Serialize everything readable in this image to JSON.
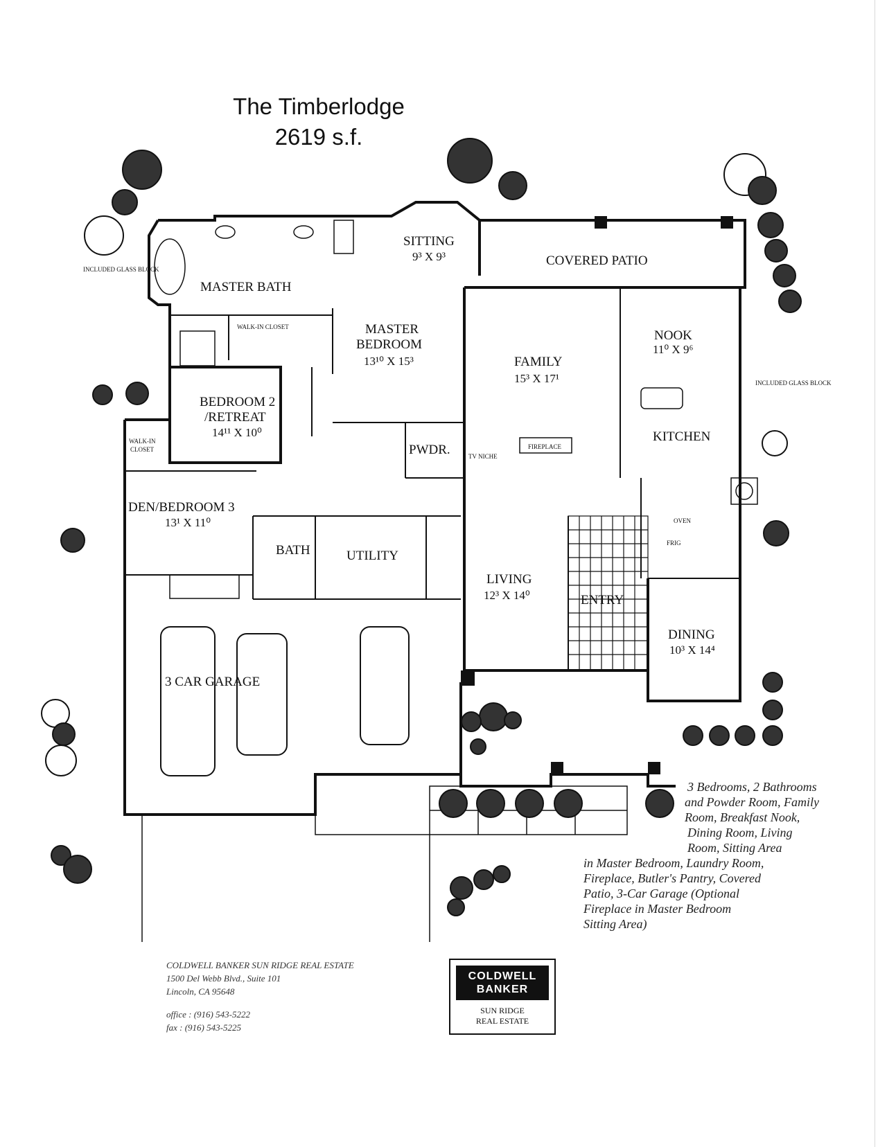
{
  "header": {
    "title": "The Timberlodge",
    "area": "2619 s.f."
  },
  "rooms": {
    "sitting": {
      "name": "SITTING",
      "dims": "9³ X 9³"
    },
    "covered_patio": {
      "name": "COVERED PATIO"
    },
    "master_bath": {
      "name": "MASTER BATH"
    },
    "walk_in_closet": {
      "name": "WALK-IN CLOSET"
    },
    "master_bedroom": {
      "name_line1": "MASTER",
      "name_line2": "BEDROOM",
      "dims": "13¹⁰ X 15³"
    },
    "family": {
      "name": "FAMILY",
      "dims": "15³ X 17¹"
    },
    "nook": {
      "name": "NOOK",
      "dims": "11⁰ X 9⁶"
    },
    "kitchen": {
      "name": "KITCHEN"
    },
    "bedroom2": {
      "name_line1": "BEDROOM 2",
      "name_line2": "/RETREAT",
      "dims": "14¹¹ X 10⁰"
    },
    "walk_in_closet2": {
      "name_line1": "WALK-IN",
      "name_line2": "CLOSET"
    },
    "powder": {
      "name": "PWDR."
    },
    "den": {
      "name": "DEN/BEDROOM 3",
      "dims": "13¹ X 11⁰"
    },
    "bath": {
      "name": "BATH"
    },
    "utility": {
      "name": "UTILITY"
    },
    "living": {
      "name": "LIVING",
      "dims": "12³ X 14⁰"
    },
    "entry": {
      "name": "ENTRY"
    },
    "dining": {
      "name": "DINING",
      "dims": "10³ X 14⁴"
    },
    "garage": {
      "name": "3 CAR GARAGE"
    }
  },
  "small_labels": {
    "included_glass_block_left": "INCLUDED GLASS BLOCK",
    "included_glass_block_right": "INCLUDED GLASS BLOCK",
    "fireplace": "FIREPLACE",
    "tv_niche": "TV NICHE",
    "oven": "OVEN",
    "frig": "FRIG"
  },
  "features": {
    "lines": [
      "3 Bedrooms, 2 Bathrooms",
      "and Powder Room, Family",
      "Room, Breakfast Nook,",
      "Dining Room, Living",
      "Room, Sitting Area",
      "in Master Bedroom, Laundry Room,",
      "Fireplace, Butler's Pantry, Covered",
      "Patio, 3-Car Garage (Optional",
      "Fireplace in Master Bedroom",
      "Sitting Area)"
    ]
  },
  "agency": {
    "name": "COLDWELL BANKER SUN RIDGE REAL ESTATE",
    "address1": "1500 Del Webb Blvd., Suite 101",
    "address2": "Lincoln, CA 95648",
    "office": "office : (916) 543-5222",
    "fax": "fax :    (916) 543-5225"
  },
  "logo": {
    "line1": "COLDWELL",
    "line2": "BANKER",
    "sub1": "SUN RIDGE",
    "sub2": "REAL ESTATE"
  }
}
